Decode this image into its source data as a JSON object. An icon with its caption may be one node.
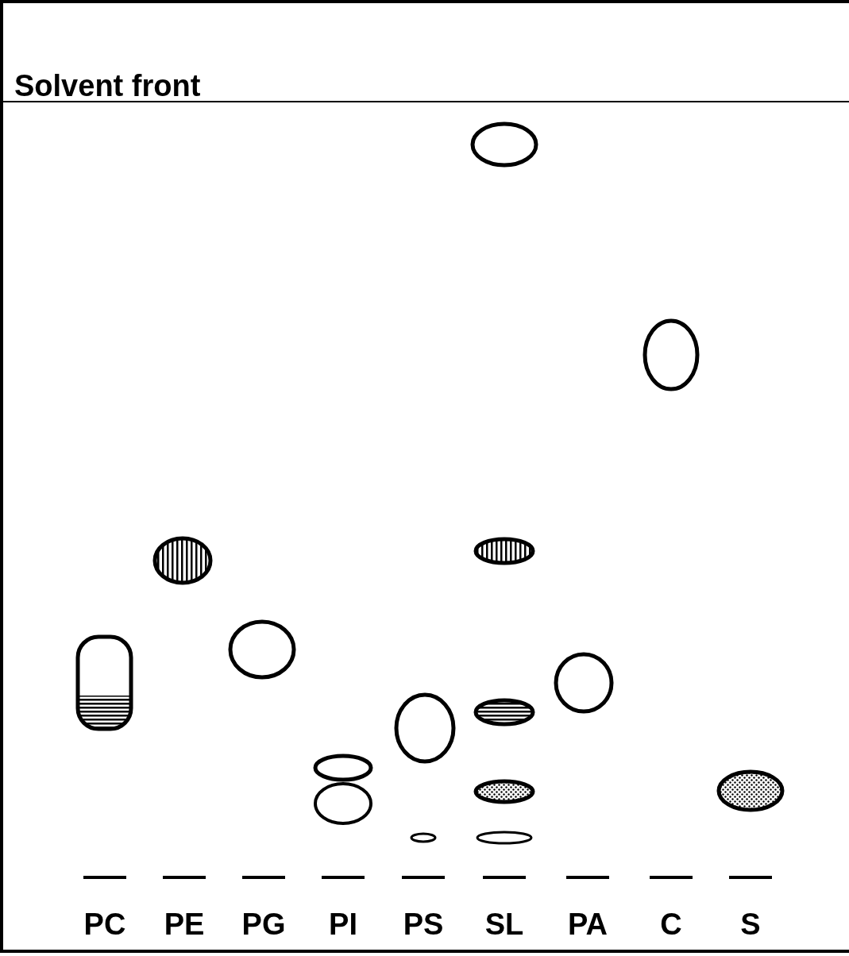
{
  "diagram": {
    "labels": [
      "Solvent front",
      "PC",
      "PE",
      "PG",
      "PI",
      "PS",
      "SL",
      "PA",
      "C",
      "S"
    ]
  }
}
